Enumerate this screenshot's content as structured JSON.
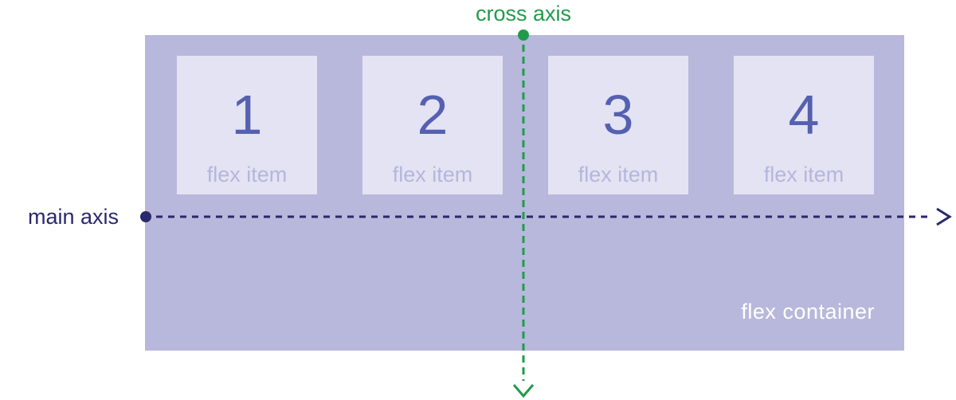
{
  "diagram": {
    "main_axis": {
      "label": "main axis",
      "color": "#2a296b"
    },
    "cross_axis": {
      "label": "cross axis",
      "color": "#219b4b"
    },
    "flex_container": {
      "label": "flex container",
      "background": "#b8b8dc",
      "item_background": "#e3e3f3",
      "number_color": "#5560b0",
      "caption_color": "#b5b6dd",
      "items": [
        {
          "number": "1",
          "caption": "flex item"
        },
        {
          "number": "2",
          "caption": "flex item"
        },
        {
          "number": "3",
          "caption": "flex item"
        },
        {
          "number": "4",
          "caption": "flex item"
        }
      ]
    }
  }
}
